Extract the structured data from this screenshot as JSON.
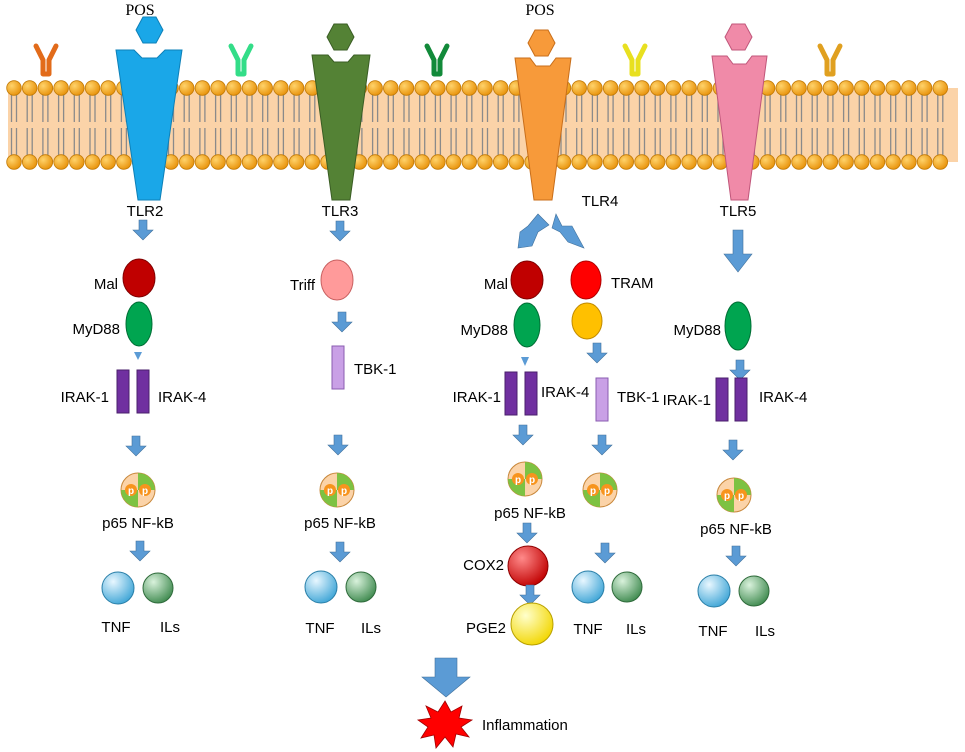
{
  "ligand_label_left": "POS",
  "ligand_label_right": "POS",
  "receptors": {
    "tlr2": "TLR2",
    "tlr3": "TLR3",
    "tlr4": "TLR4",
    "tlr5": "TLR5"
  },
  "tlr2_path": {
    "adaptor1": "Mal",
    "adaptor2": "MyD88",
    "kinase_left": "IRAK-1",
    "kinase_right": "IRAK-4",
    "nfkb": "p65 NF-kB",
    "cytokine_left": "TNF",
    "cytokine_right": "ILs"
  },
  "tlr3_path": {
    "adaptor1": "Triff",
    "kinase": "TBK-1",
    "nfkb": "p65 NF-kB",
    "cytokine_left": "TNF",
    "cytokine_right": "ILs"
  },
  "tlr4_myd88_path": {
    "adaptor1": "Mal",
    "adaptor2": "MyD88",
    "kinase_left": "IRAK-1",
    "kinase_right": "IRAK-4",
    "nfkb": "p65 NF-kB",
    "enzyme1": "COX2",
    "enzyme2": "PGE2"
  },
  "tlr4_tram_path": {
    "adaptor1": "TRAM",
    "kinase": "TBK-1",
    "cytokine_left": "TNF",
    "cytokine_right": "ILs"
  },
  "tlr5_path": {
    "adaptor1": "MyD88",
    "kinase_left": "IRAK-1",
    "kinase_right": "IRAK-4",
    "nfkb": "p65 NF-kB",
    "cytokine_left": "TNF",
    "cytokine_right": "ILs"
  },
  "phospho_letter": "p",
  "outcome": "Inflammation",
  "colors": {
    "tlr2": "#1aa7e8",
    "tlr3": "#548235",
    "tlr4": "#f79a3a",
    "tlr5": "#f08aa8",
    "membrane_head": "#f0a21c",
    "membrane_fill": "#fbd3a8",
    "arrow": "#5b9bd5",
    "mal": "#c00000",
    "myd88": "#00a550",
    "triff": "#ff9a9a",
    "tram": "#ff0000",
    "tram_partner": "#ffc000",
    "irak": "#7030a0",
    "tbk": "#c9a0e6",
    "tnf": "#6fc3e6",
    "ils": "#6fb07a",
    "cox2": "#e00000",
    "pge2": "#ffee33",
    "inflammation": "#ff0000"
  }
}
